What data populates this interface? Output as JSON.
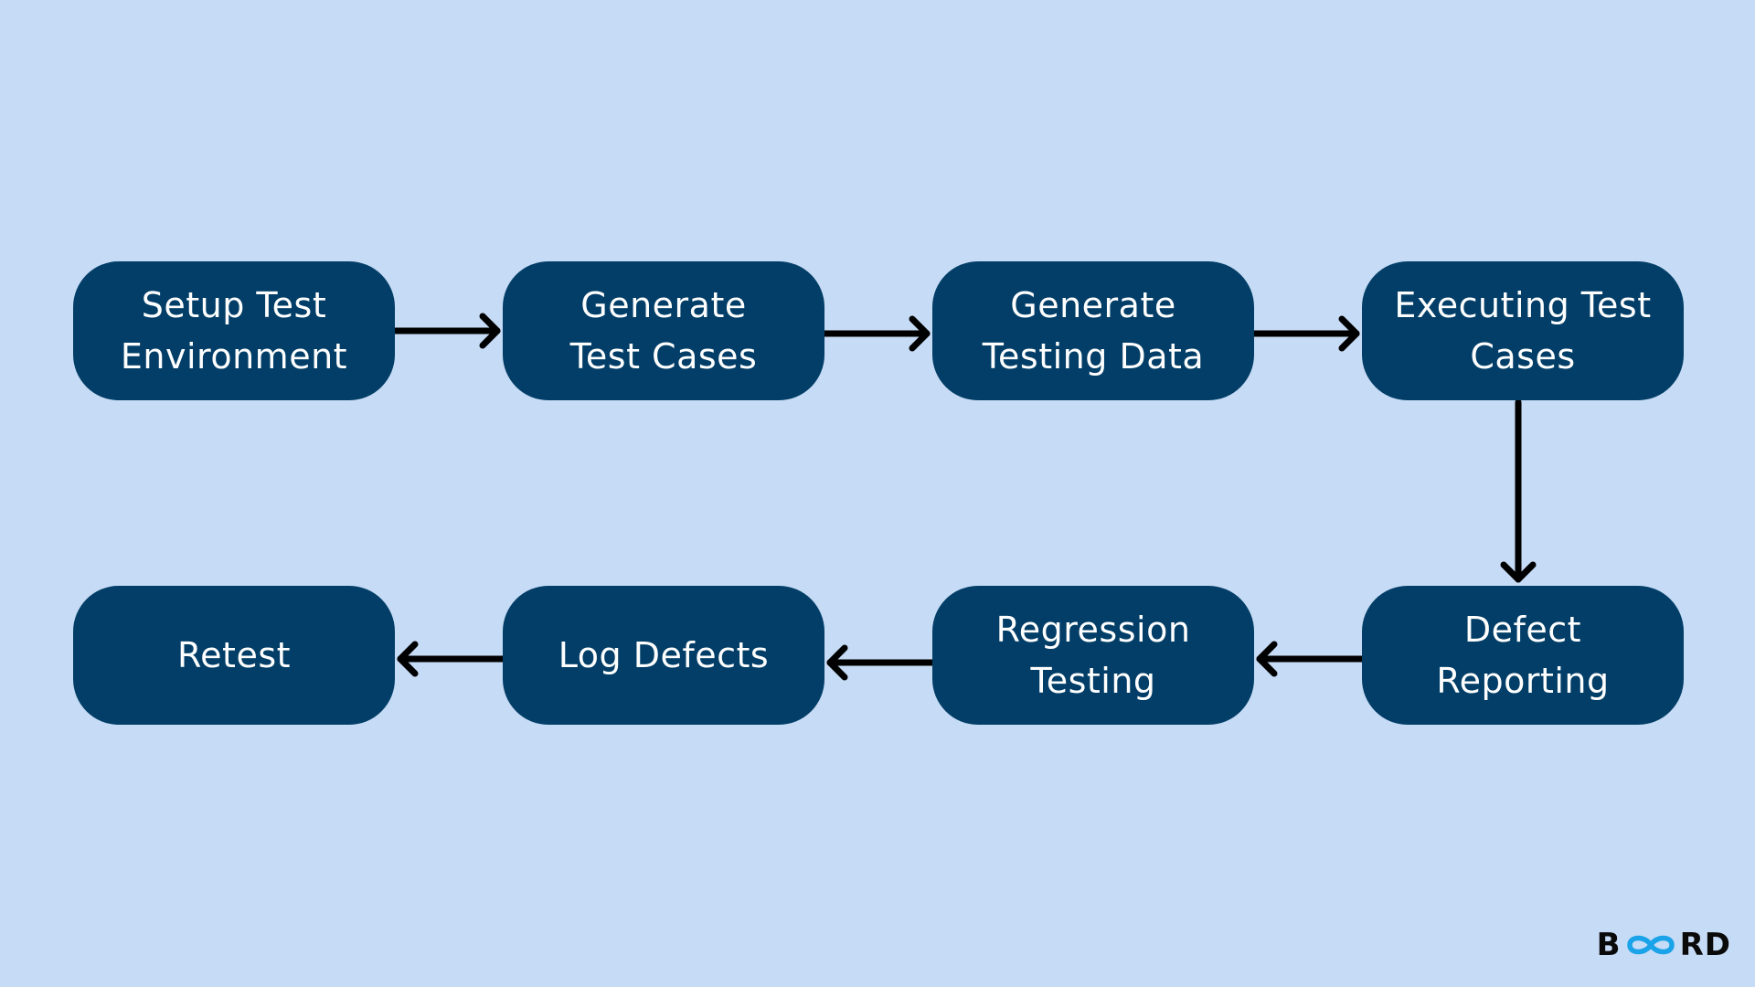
{
  "steps": [
    {
      "id": "s1",
      "label": "Setup Test\nEnvironment"
    },
    {
      "id": "s2",
      "label": "Generate\nTest Cases"
    },
    {
      "id": "s3",
      "label": "Generate\nTesting Data"
    },
    {
      "id": "s4",
      "label": "Executing Test\nCases"
    },
    {
      "id": "s5",
      "label": "Defect\nReporting"
    },
    {
      "id": "s6",
      "label": "Regression\nTesting"
    },
    {
      "id": "s7",
      "label": "Log Defects"
    },
    {
      "id": "s8",
      "label": "Retest"
    }
  ],
  "brand": {
    "prefix": "B",
    "suffix": "RD",
    "mark_icon": "infinity-icon",
    "mark_color": "#1aa3e8"
  },
  "colors": {
    "background": "#c6dbf5",
    "box": "#023e67",
    "text": "#ffffff",
    "arrow": "#000000"
  }
}
